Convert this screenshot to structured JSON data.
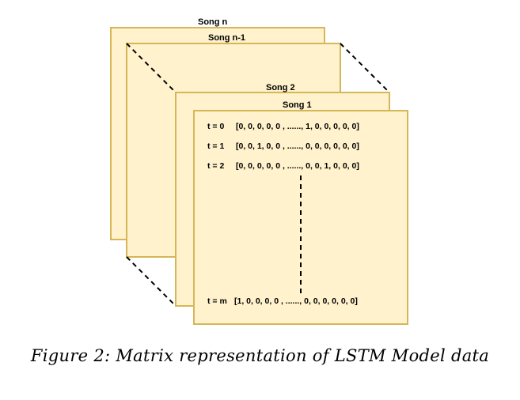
{
  "diagram": {
    "songs": {
      "n": "Song n",
      "n_minus_1": "Song n-1",
      "two": "Song 2",
      "one": "Song 1"
    },
    "rows": [
      {
        "label": "t = 0",
        "vector": "[0, 0, 0, 0, 0 , ......, 1, 0, 0, 0, 0, 0]"
      },
      {
        "label": "t = 1",
        "vector": "[0, 0, 1, 0, 0 , ......, 0, 0, 0, 0, 0, 0]"
      },
      {
        "label": "t = 2",
        "vector": "[0, 0, 0, 0, 0 , ......, 0, 0, 1, 0, 0, 0]"
      },
      {
        "label": "t = m",
        "vector": "[1, 0, 0, 0, 0 , ......, 0, 0, 0, 0, 0, 0]"
      }
    ],
    "colors": {
      "card_fill": "#fff2cc",
      "card_border": "#d6b656"
    }
  },
  "caption": "Figure 2: Matrix representation of LSTM Model data"
}
